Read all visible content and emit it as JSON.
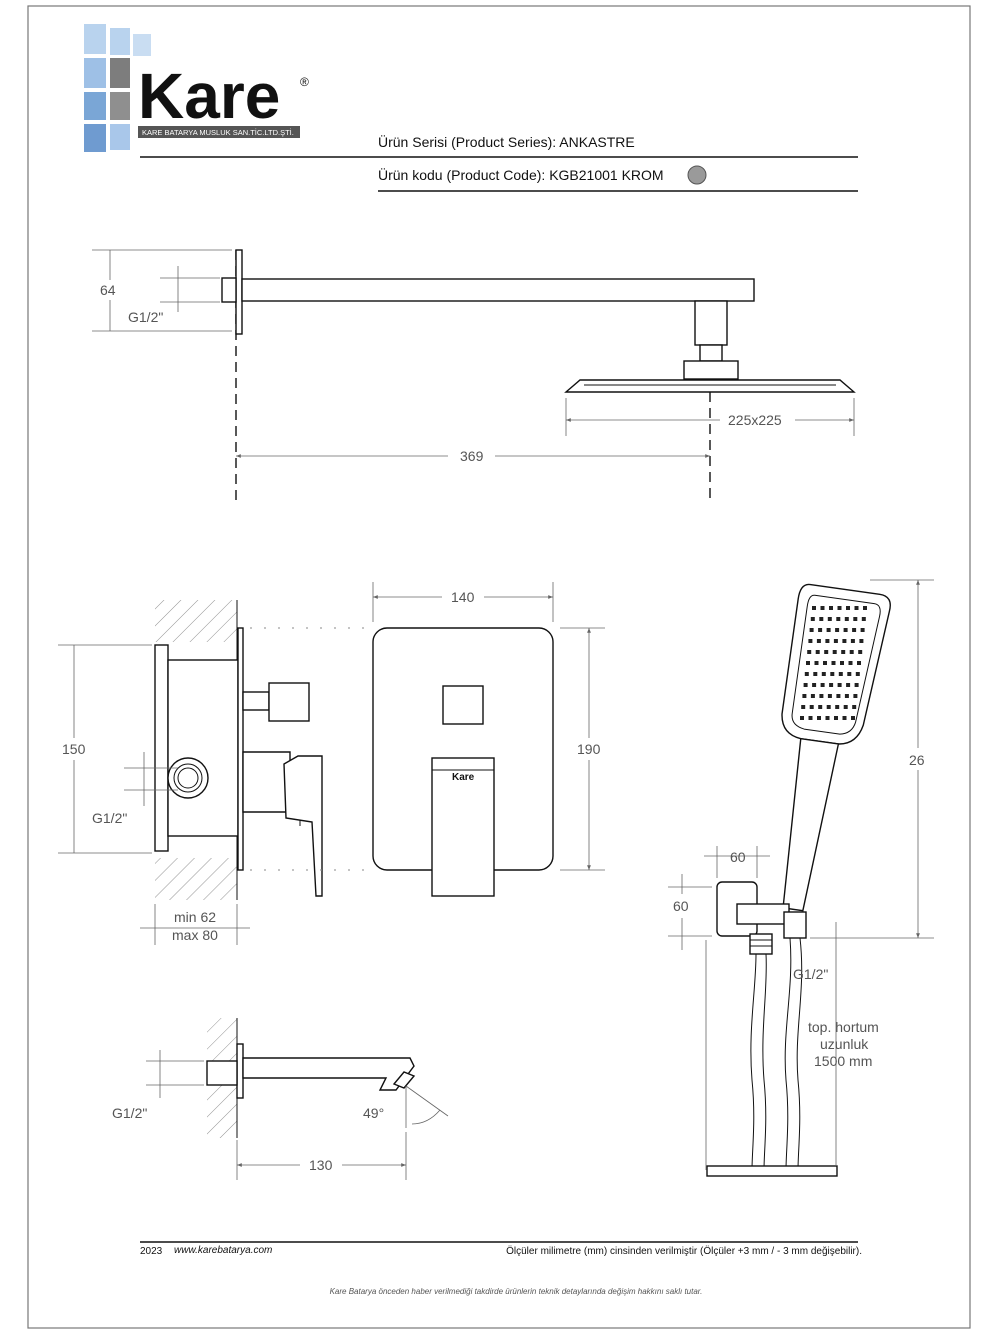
{
  "header": {
    "brand": "Kare",
    "registered": "®",
    "company_line": "KARE BATARYA MUSLUK SAN.TİC.LTD.ŞTİ.",
    "series_label": "Ürün Serisi (Product Series):",
    "series_value": "ANKASTRE",
    "code_label": "Ürün kodu (Product Code):",
    "code_value": "KGB21001",
    "finish": "KROM",
    "finish_color": "#9a9a9a"
  },
  "colors": {
    "logo_blue": "#7aa6d6",
    "logo_light": "#b9d3ee",
    "logo_gray": "#7d7d7d"
  },
  "dimensions": {
    "shower_arm_height": "64",
    "shower_arm_thread": "G1/2\"",
    "head_size": "225x225",
    "arm_length": "369",
    "valve_width": "140",
    "valve_box_height": "150",
    "valve_plate_height": "190",
    "valve_thread": "G1/2\"",
    "depth_min": "min 62",
    "depth_max": "max 80",
    "hand_shower_length": "26",
    "holder_width": "60",
    "holder_height": "60",
    "holder_thread": "G1/2\"",
    "hose_line1": "top. hortum",
    "hose_line2": "uzunluk",
    "hose_line3": "1500 mm",
    "spout_thread": "G1/2\"",
    "spout_angle": "49°",
    "spout_length": "130",
    "faucet_brand": "Kare"
  },
  "footer": {
    "year": "2023",
    "website": "www.karebatarya.com",
    "units_note": "Ölçüler milimetre (mm) cinsinden verilmiştir (Ölçüler  +3 mm / - 3 mm değişebilir).",
    "disclaimer": "Kare Batarya önceden haber verilmediği takdirde ürünlerin teknik detaylarında değişim hakkını saklı tutar."
  }
}
